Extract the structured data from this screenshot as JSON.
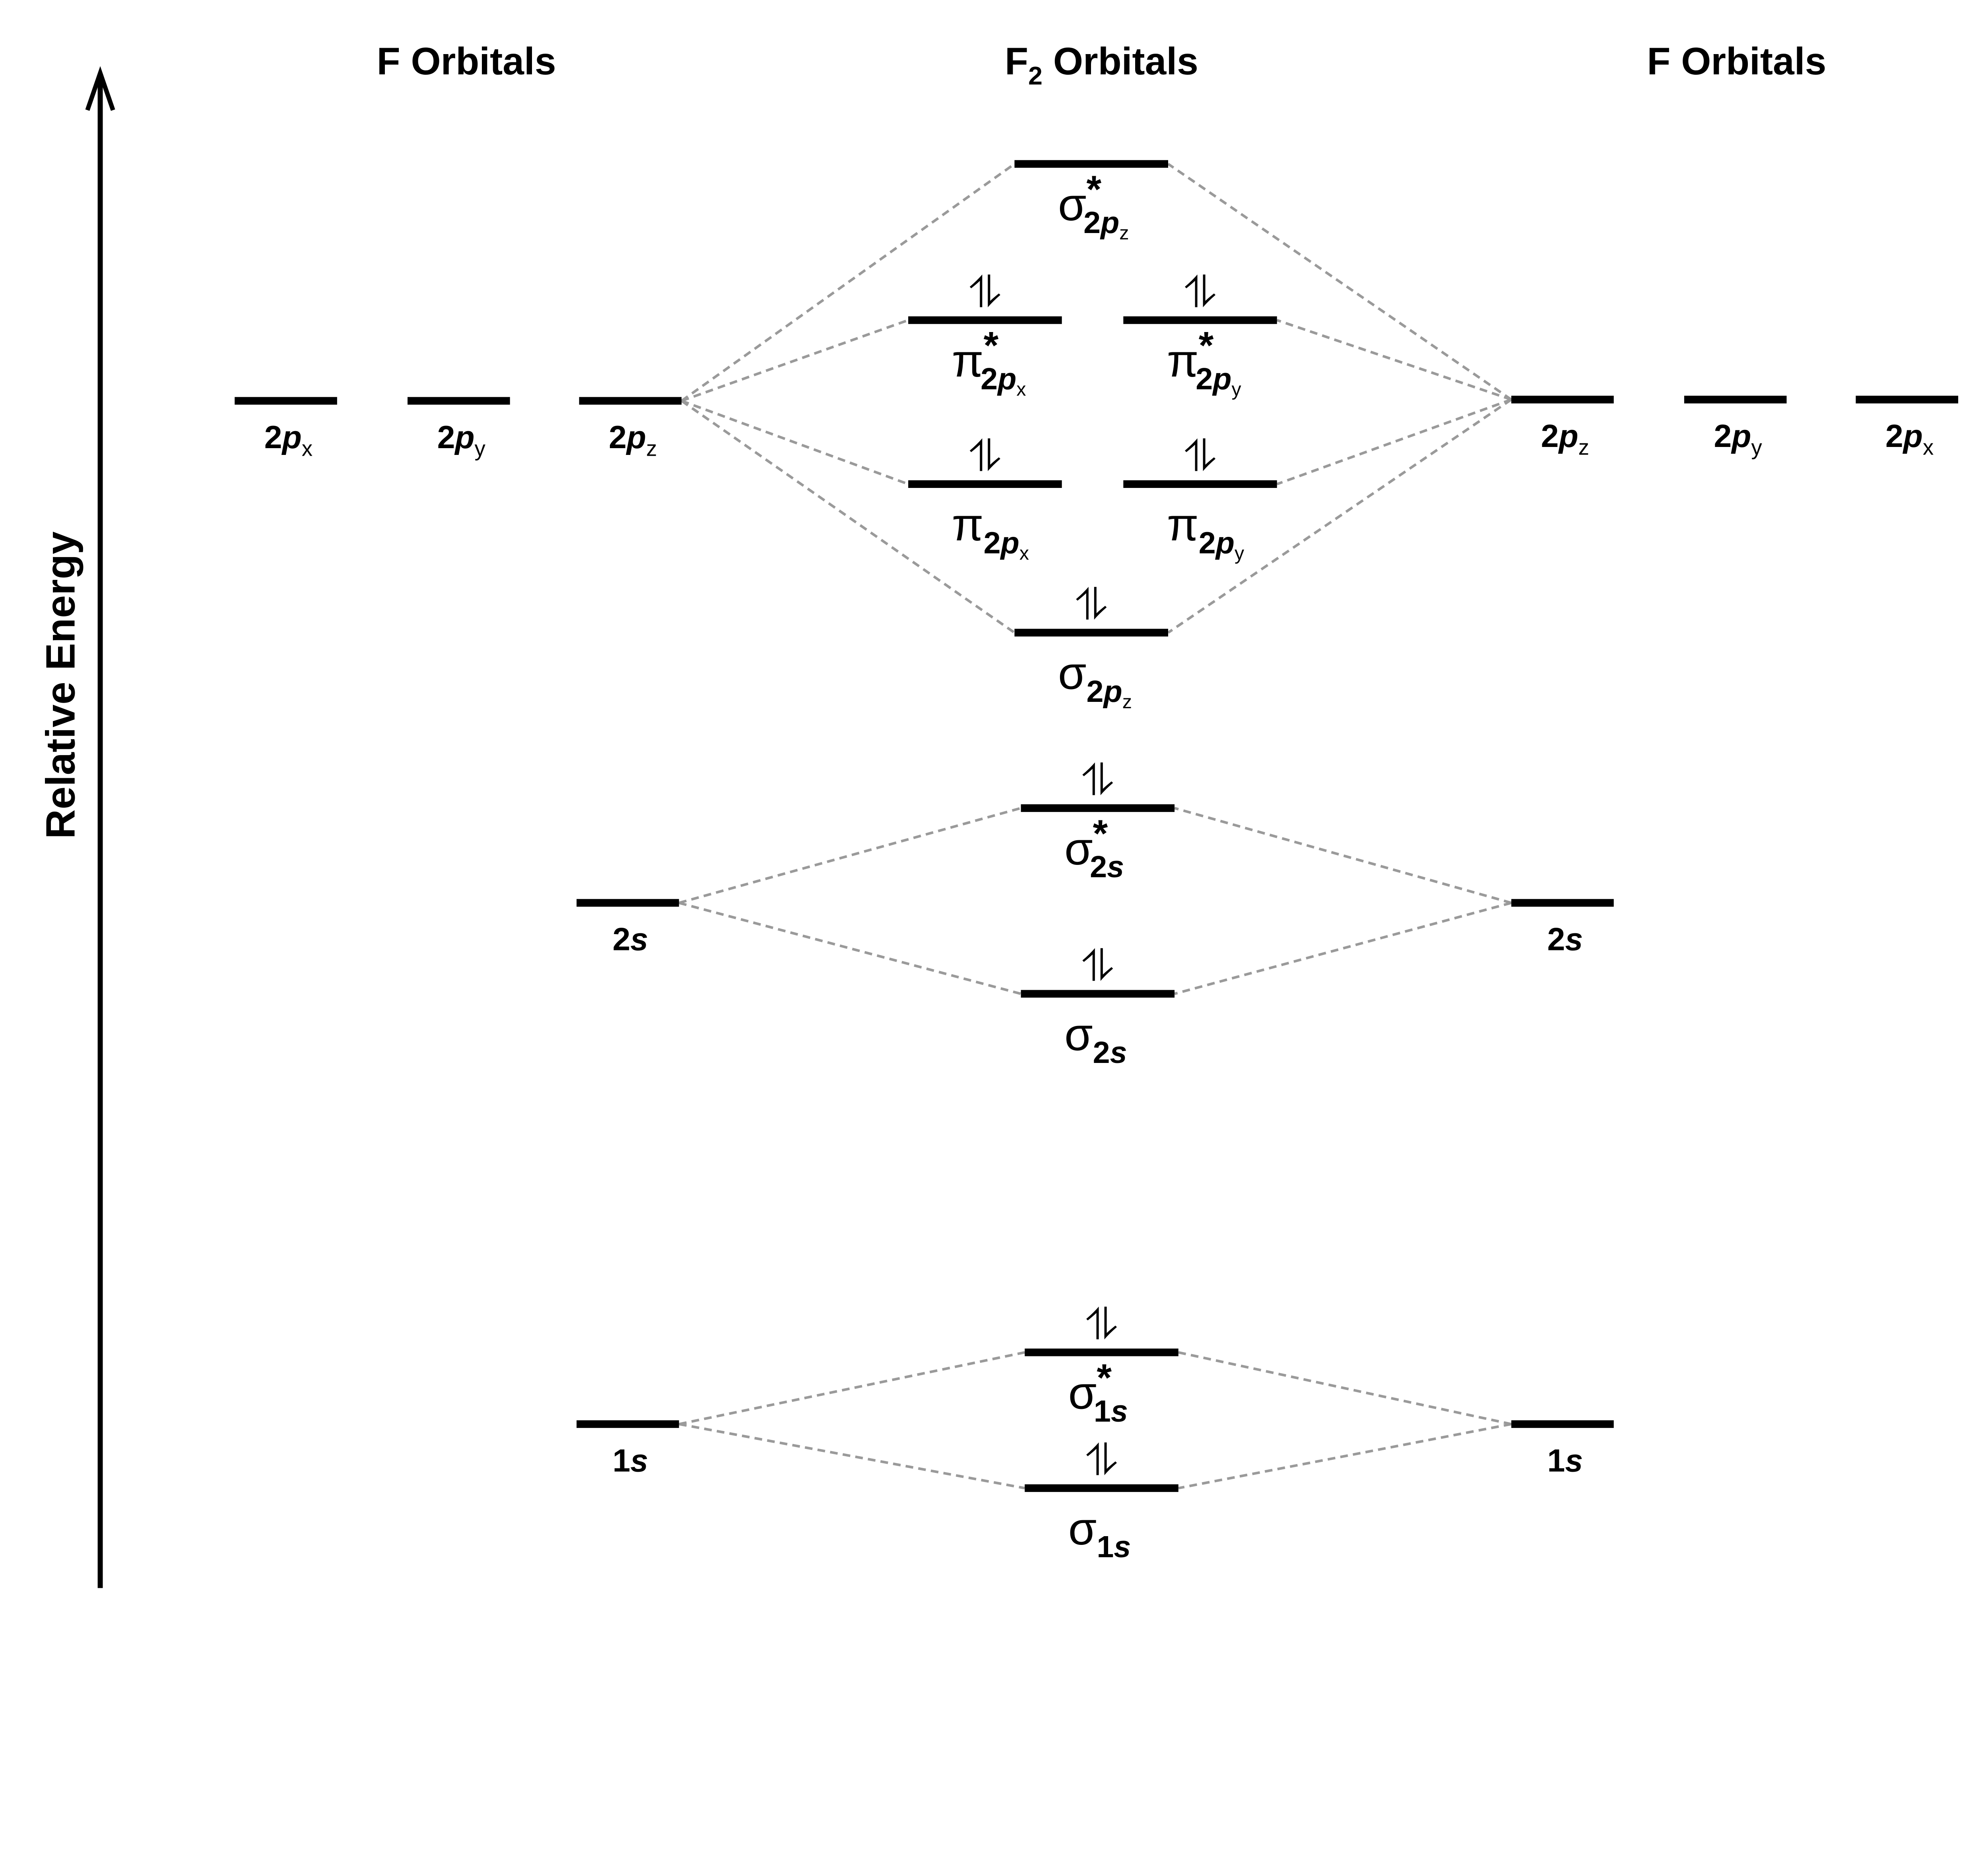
{
  "titles": {
    "left": "F Orbitals",
    "center_main": "F",
    "center_sub": "2",
    "center_rest": " Orbitals",
    "right": "F Orbitals"
  },
  "axis": {
    "label": "Relative Energy",
    "direction": "up"
  },
  "colors": {
    "level": "#000000",
    "connector": "#9a9a9a",
    "background": "#ffffff"
  },
  "atomic_orbitals": {
    "left": [
      {
        "n": "2",
        "l": "p",
        "sub": "x",
        "electrons": ""
      },
      {
        "n": "2",
        "l": "p",
        "sub": "y",
        "electrons": ""
      },
      {
        "n": "2",
        "l": "p",
        "sub": "z",
        "electrons": ""
      },
      {
        "n": "2",
        "l": "s",
        "sub": "",
        "electrons": ""
      },
      {
        "n": "1",
        "l": "s",
        "sub": "",
        "electrons": ""
      }
    ],
    "right": [
      {
        "n": "2",
        "l": "p",
        "sub": "z",
        "electrons": ""
      },
      {
        "n": "2",
        "l": "p",
        "sub": "y",
        "electrons": ""
      },
      {
        "n": "2",
        "l": "p",
        "sub": "x",
        "electrons": ""
      },
      {
        "n": "2",
        "l": "s",
        "sub": "",
        "electrons": ""
      },
      {
        "n": "1",
        "l": "s",
        "sub": "",
        "electrons": ""
      }
    ]
  },
  "molecular_orbitals": [
    {
      "id": "sigma_star_2pz",
      "symbol": "σ",
      "star": "*",
      "n": "2",
      "l": "p",
      "sub": "z",
      "electrons": ""
    },
    {
      "id": "pi_star_2px",
      "symbol": "π",
      "star": "*",
      "n": "2",
      "l": "p",
      "sub": "x",
      "electrons": "⥮"
    },
    {
      "id": "pi_star_2py",
      "symbol": "π",
      "star": "*",
      "n": "2",
      "l": "p",
      "sub": "y",
      "electrons": "⥮"
    },
    {
      "id": "pi_2px",
      "symbol": "π",
      "star": "",
      "n": "2",
      "l": "p",
      "sub": "x",
      "electrons": "⥮"
    },
    {
      "id": "pi_2py",
      "symbol": "π",
      "star": "",
      "n": "2",
      "l": "p",
      "sub": "y",
      "electrons": "⥮"
    },
    {
      "id": "sigma_2pz",
      "symbol": "σ",
      "star": "",
      "n": "2",
      "l": "p",
      "sub": "z",
      "electrons": "⥮"
    },
    {
      "id": "sigma_star_2s",
      "symbol": "σ",
      "star": "*",
      "n": "2",
      "l": "s",
      "sub": "",
      "electrons": "⥮"
    },
    {
      "id": "sigma_2s",
      "symbol": "σ",
      "star": "",
      "n": "2",
      "l": "s",
      "sub": "",
      "electrons": "⥮"
    },
    {
      "id": "sigma_star_1s",
      "symbol": "σ",
      "star": "*",
      "n": "1",
      "l": "s",
      "sub": "",
      "electrons": "⥮"
    },
    {
      "id": "sigma_1s",
      "symbol": "σ",
      "star": "",
      "n": "1",
      "l": "s",
      "sub": "",
      "electrons": "⥮"
    }
  ]
}
